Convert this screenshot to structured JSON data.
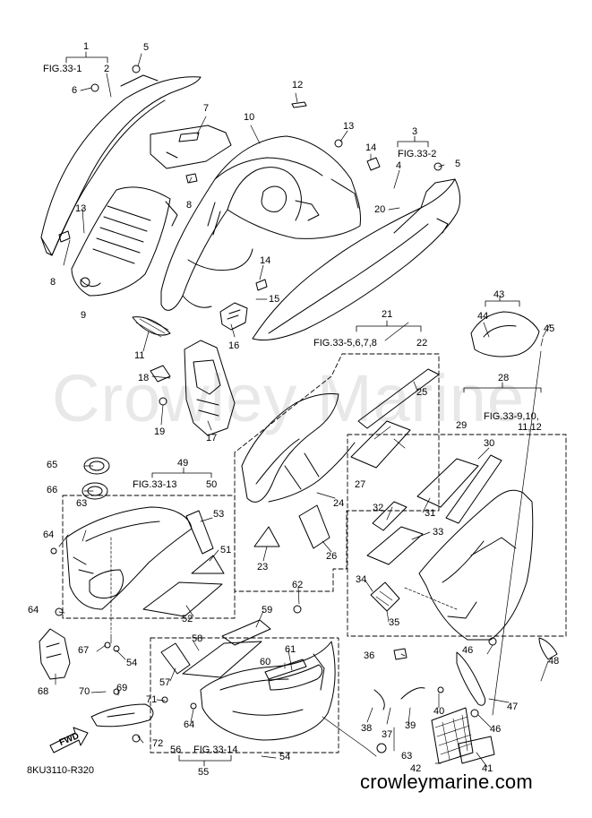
{
  "watermark": "Crowley Marine",
  "site_url": "crowleymarine.com",
  "reference_code": "8KU3110-R320",
  "fwd_label": "FWD",
  "figure_refs": [
    {
      "id": "fig-33-1",
      "text": "FIG.33-1"
    },
    {
      "id": "fig-33-2",
      "text": "FIG.33-2"
    },
    {
      "id": "fig-33-5",
      "text": "FIG.33-5,6,7,8"
    },
    {
      "id": "fig-33-9",
      "text": "FIG.33-9,10,"
    },
    {
      "id": "fig-33-9b",
      "text": "11,12"
    },
    {
      "id": "fig-33-13",
      "text": "FIG.33-13"
    },
    {
      "id": "fig-33-14",
      "text": "FIG.33-14"
    }
  ],
  "callouts": [
    "1",
    "2",
    "3",
    "4",
    "5",
    "5",
    "6",
    "7",
    "8",
    "8",
    "9",
    "10",
    "11",
    "12",
    "13",
    "13",
    "14",
    "14",
    "15",
    "16",
    "17",
    "18",
    "19",
    "20",
    "21",
    "22",
    "23",
    "24",
    "25",
    "26",
    "27",
    "28",
    "29",
    "30",
    "31",
    "32",
    "33",
    "34",
    "35",
    "36",
    "37",
    "38",
    "39",
    "40",
    "41",
    "42",
    "43",
    "44",
    "45",
    "46",
    "46",
    "47",
    "48",
    "49",
    "50",
    "51",
    "52",
    "53",
    "54",
    "54",
    "55",
    "56",
    "57",
    "58",
    "59",
    "60",
    "61",
    "62",
    "63",
    "63",
    "64",
    "64",
    "64",
    "65",
    "66",
    "67",
    "68",
    "69",
    "70",
    "71",
    "72"
  ]
}
